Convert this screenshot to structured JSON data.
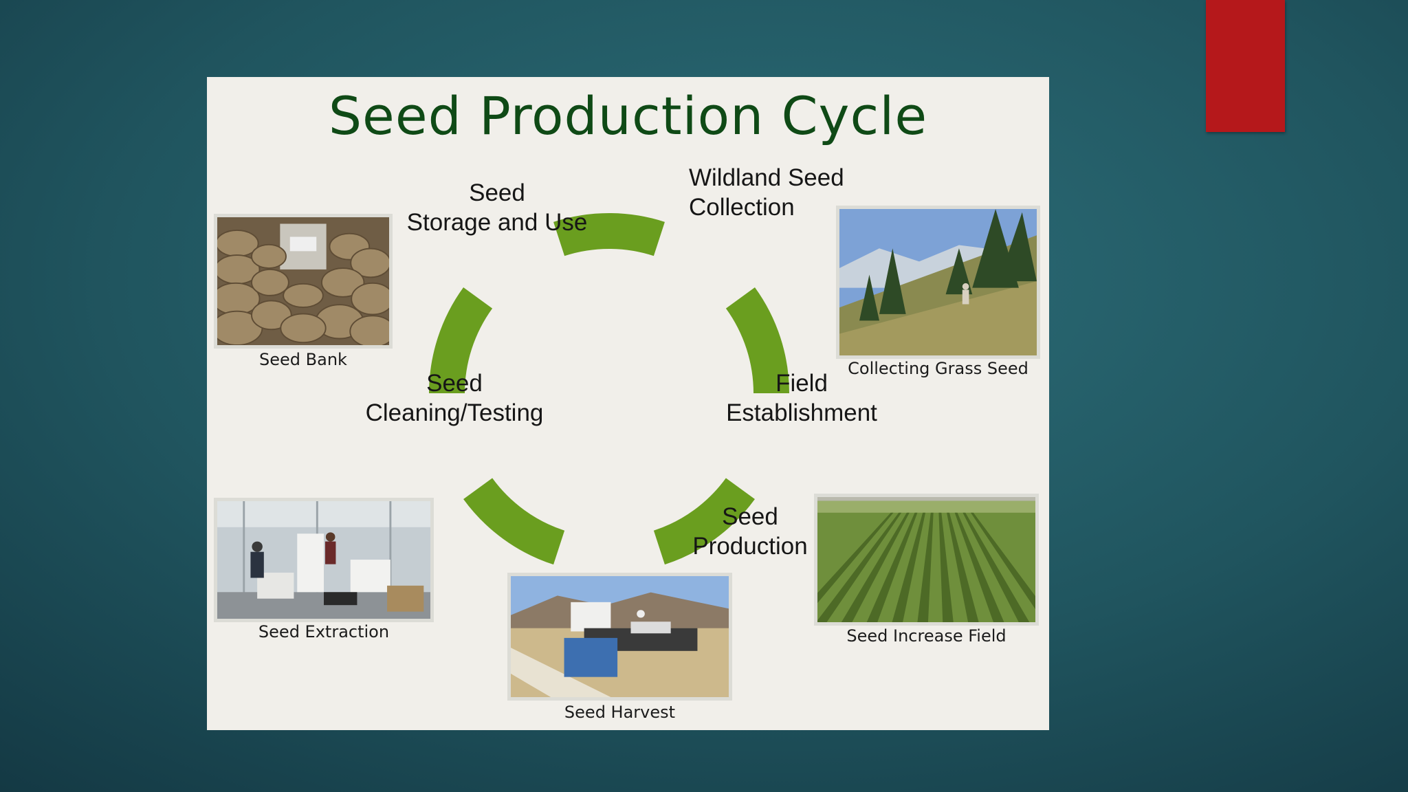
{
  "slide": {
    "background_colors": [
      "#2a6a76",
      "#17404d"
    ],
    "accent_color": "#b5181b"
  },
  "diagram": {
    "title": "Seed Production Cycle",
    "title_color": "#0f4a16",
    "arrow_color": "#6a9e1f",
    "stages": {
      "wildland_collection": [
        "Wildland Seed",
        "Collection"
      ],
      "field_establishment": [
        "Field",
        "Establishment"
      ],
      "seed_production": [
        "Seed",
        "Production"
      ],
      "cleaning_testing": [
        "Seed",
        "Cleaning/Testing"
      ],
      "storage_use": [
        "Seed",
        "Storage and Use"
      ]
    },
    "photos": {
      "seed_bank": {
        "caption": "Seed Bank",
        "icon": "warehouse-sacks-photo"
      },
      "collecting_grass_seed": {
        "caption": "Collecting Grass Seed",
        "icon": "hillside-collector-photo"
      },
      "seed_extraction": {
        "caption": "Seed Extraction",
        "icon": "machinery-room-photo"
      },
      "seed_harvest": {
        "caption": "Seed Harvest",
        "icon": "combine-harvester-photo"
      },
      "seed_increase_field": {
        "caption": "Seed Increase Field",
        "icon": "crop-rows-photo"
      }
    }
  }
}
